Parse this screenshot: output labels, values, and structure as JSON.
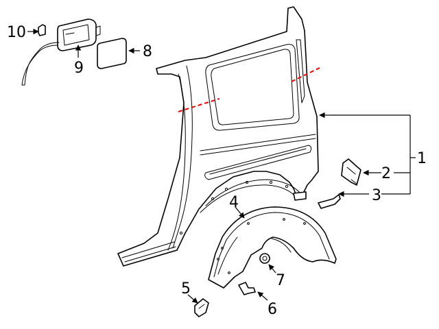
{
  "callouts": {
    "c1": "1",
    "c2": "2",
    "c3": "3",
    "c4": "4",
    "c5": "5",
    "c6": "6",
    "c7": "7",
    "c8": "8",
    "c9": "9",
    "c10": "10"
  },
  "colors": {
    "outline": "#000000",
    "cut_line": "#e00000",
    "background": "#ffffff"
  }
}
